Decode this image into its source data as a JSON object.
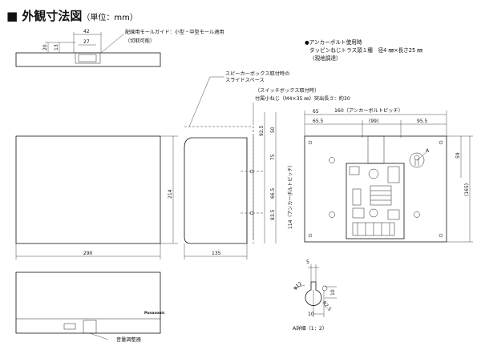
{
  "title": "■ 外観寸法図",
  "unit": "（単位：mm）",
  "notes": {
    "wiring_guide": "配線用モールガイド：小型・中型モール適用",
    "wiring_cut": "（切取可能）",
    "anchor_bolt": "●アンカーボルト使用時",
    "tapping_screw": "タッピンねじトラス頭１種　径4 ㎜×長さ25 ㎜",
    "local_procure": "（現地調達）",
    "speaker_box_1": "スピーカーボックス取付時の",
    "speaker_box_2": "スライドスペース",
    "switch_box_1": "（スイッチボックス取付時）",
    "switch_box_2": "付属小ねじ（M4×35 ㎜）突出長さ：約30",
    "anchor_pitch": "160（アンカーボルトピッチ）",
    "anchor_pitch_vert": "114（アンカーボルトピッチ）",
    "volume": "音量調整器",
    "detail_a": "A詳細（1：2）",
    "brand": "Panasonic"
  },
  "dimensions": {
    "d42": "42",
    "d27": "27",
    "d20": "20",
    "d13": "13",
    "d214": "214",
    "d290": "290",
    "d135": "135",
    "d65": "65",
    "d655": "65.5",
    "d99": "(99)",
    "d955": "95.5",
    "d925": "92.5",
    "d50": "50",
    "d75": "75",
    "d665": "66.5",
    "d835": "83.5",
    "d59": "59",
    "d165": "(165)",
    "a5": "5",
    "a12": "φ12",
    "a25": "R2.5",
    "a10a": "10",
    "a10b": "10",
    "label_a": "A"
  }
}
